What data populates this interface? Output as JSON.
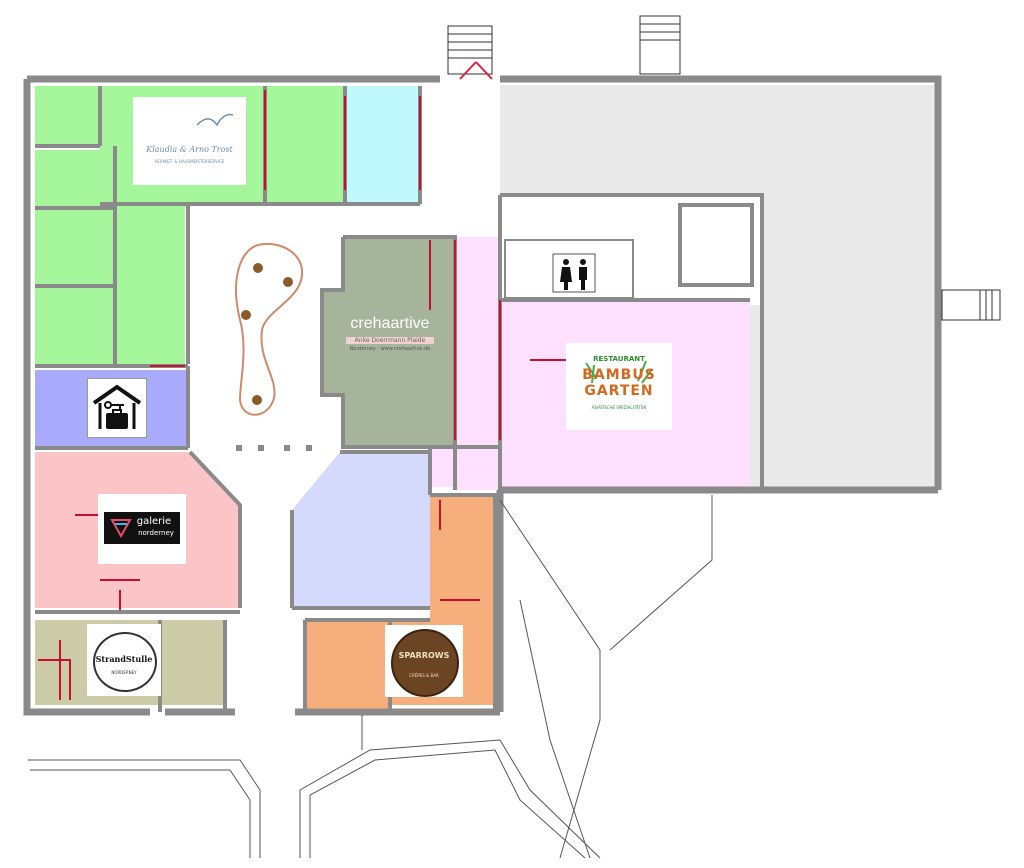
{
  "colors": {
    "wall": "#8a8a8a",
    "wall_dark": "#7a7a7a",
    "green": "#a5f59a",
    "cyan": "#bff9fb",
    "sage": "#a5b49a",
    "pink_light": "#fde0fd",
    "lilac": "#d5d9fb",
    "blue": "#a9aafb",
    "salmon": "#fbc5c7",
    "olive": "#cbcba7",
    "orange": "#f5ae7c",
    "grey_hall": "#e9e9e9",
    "red_line": "#c8102e",
    "door_red": "#e0203c"
  },
  "tenants": {
    "trost": {
      "line1": "Klaudia & Arno Trost",
      "line2": "VERMIET- & HAUSMEISTERSERVICE",
      "icon": "seagull-icon"
    },
    "crehaartive": {
      "name": "crehaartive",
      "sub": "Anke Doerrmann Plaide",
      "footer": "Norderney · www.crehaartive.de"
    },
    "rental": {
      "icon": "house-key-suitcase-icon"
    },
    "restaurant": {
      "top": "RESTAURANT",
      "line1": "BAMBUS",
      "line2": "GARTEN",
      "bottom": "ASIATISCHE SPEZIALITÄTEN",
      "icon": "bamboo-icon"
    },
    "galerie": {
      "name": "galerie",
      "sub": "norderney"
    },
    "strandstulle": {
      "name": "StrandStulle",
      "sub": "NORDERNEY"
    },
    "sparrows": {
      "name": "SPARROWS",
      "sub": "CRÊPES & BAR"
    }
  },
  "restroom": {
    "icon": "restroom-icon"
  }
}
